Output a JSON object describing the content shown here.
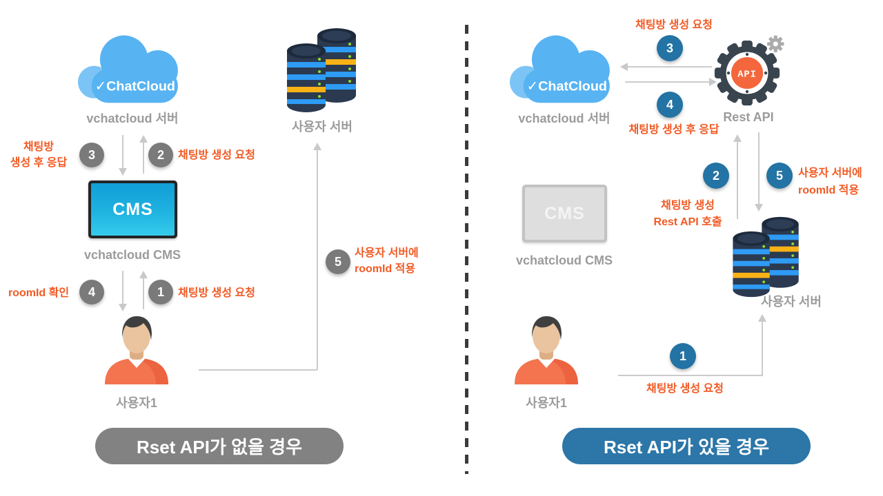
{
  "left": {
    "title": "Rset API가 없을 경우",
    "cloud": {
      "logo": "✓ChatCloud",
      "label": "vchatcloud 서버"
    },
    "server": {
      "label": "사용자 서버"
    },
    "cms": {
      "screen": "CMS",
      "label": "vchatcloud CMS"
    },
    "user": {
      "label": "사용자1"
    },
    "steps": {
      "s1": {
        "num": "1",
        "label": "채팅방 생성 요청"
      },
      "s2": {
        "num": "2",
        "label": "채팅방 생성 요청"
      },
      "s3": {
        "num": "3",
        "line1": "채팅방",
        "line2": "생성 후 응답"
      },
      "s4": {
        "num": "4",
        "label": "roomId 확인"
      },
      "s5": {
        "num": "5",
        "line1": "사용자 서버에",
        "line2": "roomId 적용"
      }
    }
  },
  "right": {
    "title": "Rset API가 있을 경우",
    "cloud": {
      "logo": "✓ChatCloud",
      "label": "vchatcloud 서버"
    },
    "api": {
      "badge": "API",
      "label": "Rest API"
    },
    "cms": {
      "screen": "CMS",
      "label": "vchatcloud CMS"
    },
    "server": {
      "label": "사용자 서버"
    },
    "user": {
      "label": "사용자1"
    },
    "steps": {
      "s1": {
        "num": "1",
        "label": "채팅방 생성 요청"
      },
      "s2": {
        "num": "2",
        "line1": "채팅방 생성",
        "line2": "Rest API 호출"
      },
      "s3": {
        "num": "3",
        "label": "채팅방 생성 요청"
      },
      "s4": {
        "num": "4",
        "label": "채팅방 생성 후 응답"
      },
      "s5": {
        "num": "5",
        "line1": "사용자 서버에",
        "line2": "roomId 적용"
      }
    }
  },
  "colors": {
    "cloud_blue": "#57B3F2",
    "badge_gray": "#7A7A7A",
    "badge_blue": "#2373A4",
    "accent_orange": "#F15A24",
    "node_label_gray": "#9B9B9B",
    "pill_gray": "#828282",
    "pill_blue": "#2C76A8",
    "arrow_gray": "#CBCBCB",
    "api_orange": "#F4673C",
    "gear_dark": "#39444E",
    "db_navy": "#2B3A50",
    "db_blue": "#2E9BF5",
    "db_yellow": "#F9B216",
    "screen_blue_top": "#119ED6",
    "screen_blue_bottom": "#35CBEC"
  }
}
